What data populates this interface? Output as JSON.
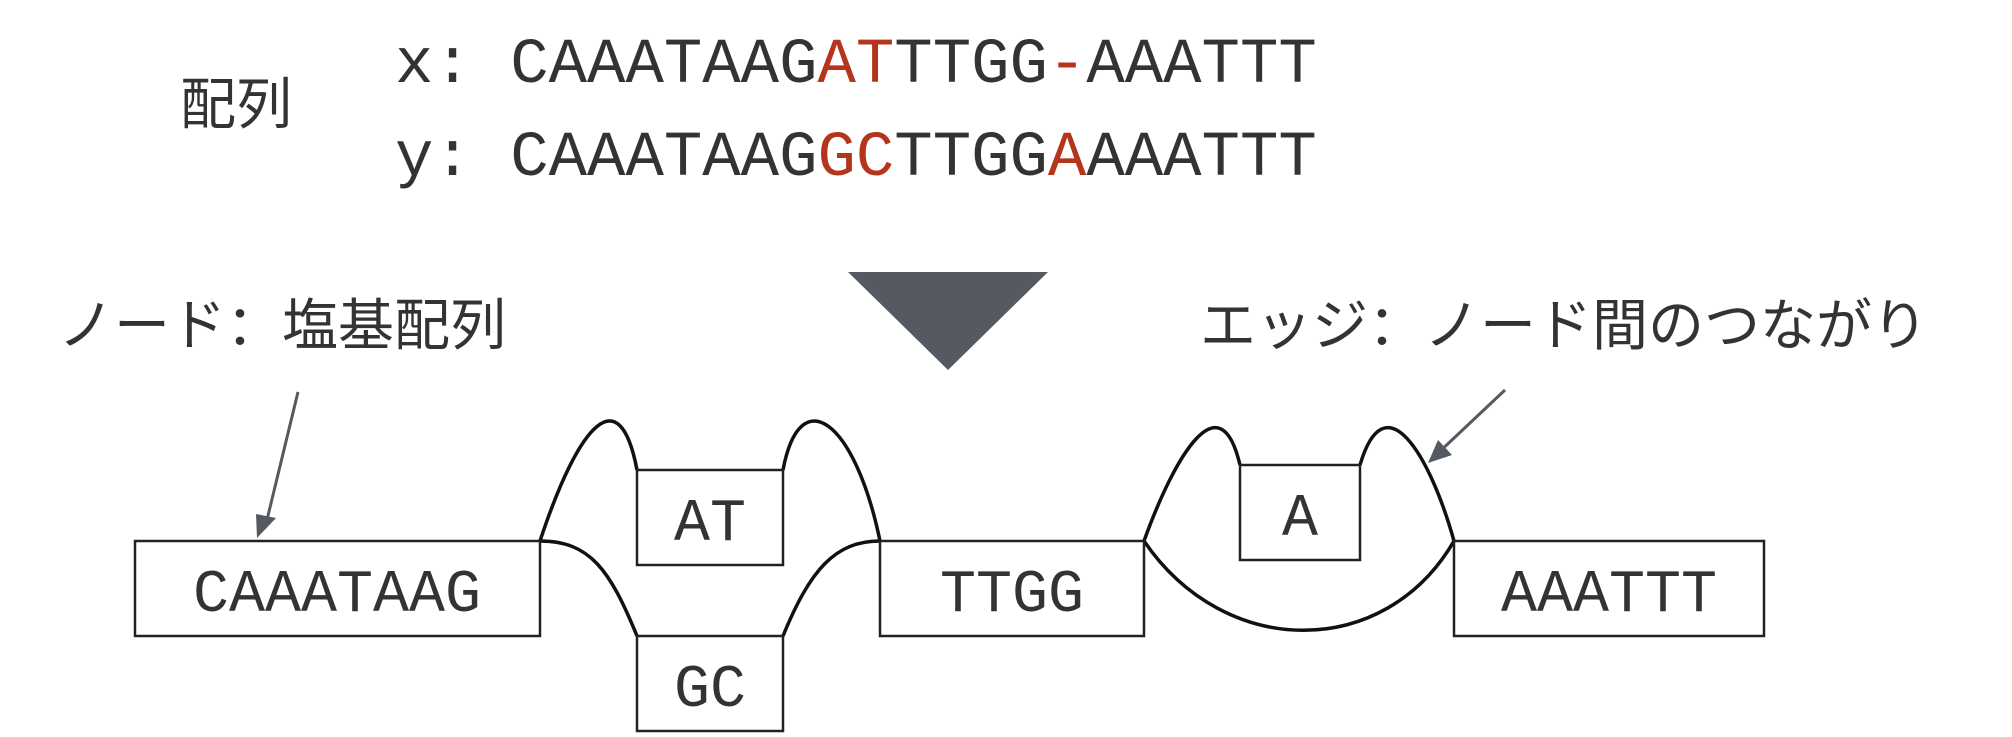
{
  "sequences": {
    "label": "配列",
    "rows": [
      {
        "prefix": "x:",
        "segments": [
          {
            "text": "CAAATAAG",
            "highlight": false
          },
          {
            "text": "AT",
            "highlight": true
          },
          {
            "text": "TTGG",
            "highlight": false
          },
          {
            "text": "-",
            "highlight": true
          },
          {
            "text": "AAATTT",
            "highlight": false
          }
        ]
      },
      {
        "prefix": "y:",
        "segments": [
          {
            "text": "CAAATAAG",
            "highlight": false
          },
          {
            "text": "GC",
            "highlight": true
          },
          {
            "text": "TTGG",
            "highlight": false
          },
          {
            "text": "A",
            "highlight": true
          },
          {
            "text": "AAATTT",
            "highlight": false
          }
        ]
      }
    ]
  },
  "annotations": {
    "node": "ノード：塩基配列",
    "edge": "エッジ：ノード間のつながり"
  },
  "nodes": {
    "n1": "CAAATAAG",
    "n2": "AT",
    "n3": "GC",
    "n4": "TTGG",
    "n5": "A",
    "n6": "AAATTT"
  },
  "colors": {
    "text": "#333333",
    "highlight": "#b5341c",
    "arrow_head": "#555961",
    "pointer": "#555961",
    "node_border": "#222222"
  },
  "icons": {
    "transform": "down-triangle-icon"
  }
}
